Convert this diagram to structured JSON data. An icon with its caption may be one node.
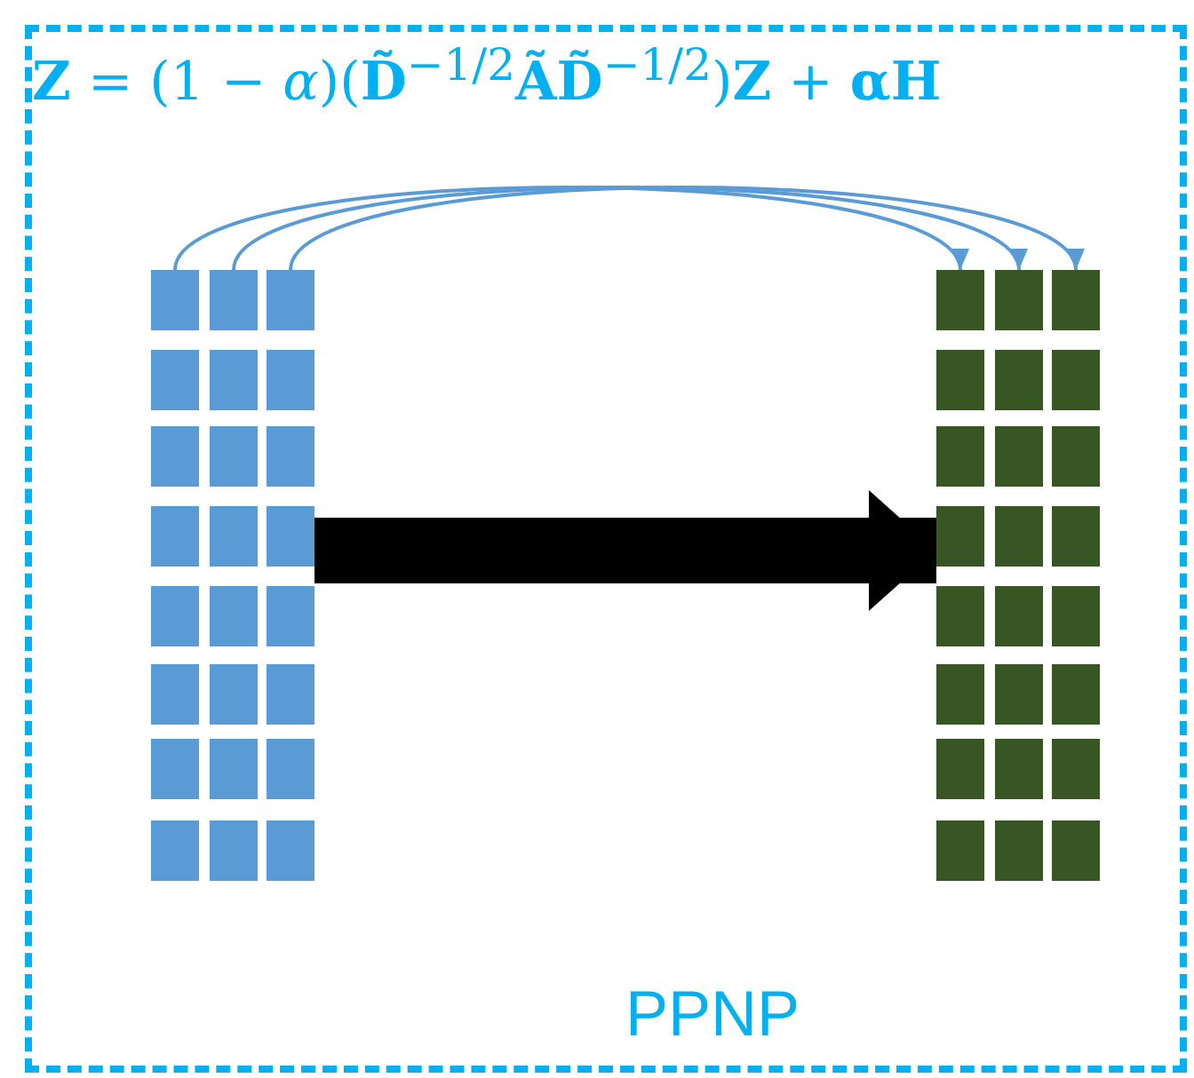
{
  "diagram": {
    "nodes": [
      {
        "text": [
          "**Z** = (1 − *α*)(**D̃**$^{−1/2}$**ÃD̃**$^{−1/2}$)**Z** + **αH**",
          "PPNP"
        ]
      },
      {
        "text": [],
        "shape": "box",
        "in": 0
      },
      {
        "text": [],
        "shape": "bar",
        "in": 1
      },
      {
        "text": [],
        "shape": "bar",
        "in": 1
      },
      {
        "text": [],
        "shape": "bar",
        "in": 1
      },
      {
        "text": [],
        "shape": "box",
        "in": 0
      },
      {
        "text": [],
        "shape": "bar",
        "in": 5
      },
      {
        "text": [],
        "shape": "bar",
        "in": 5
      },
      {
        "text": [],
        "shape": "bar",
        "in": 5
      }
    ],
    "edges": [
      {
        "from": 2,
        "to": 6,
        "arrow": "to"
      },
      {
        "from": 3,
        "to": 7,
        "arrow": "to"
      },
      {
        "from": 4,
        "to": 8,
        "arrow": "to"
      },
      {
        "from": 1,
        "to": 5,
        "arrow": "to",
        "style": "thick",
        "color": "#000000"
      }
    ]
  }
}
